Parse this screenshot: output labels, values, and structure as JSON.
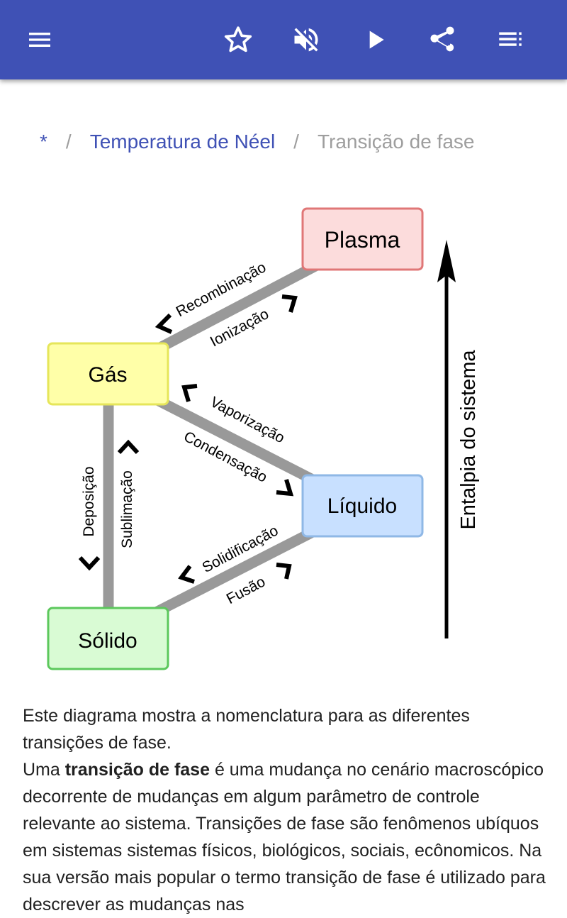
{
  "toolbar": {
    "icons": [
      "menu-icon",
      "star-icon",
      "volume-off-icon",
      "play-icon",
      "share-icon",
      "playlist-icon"
    ],
    "accent": "#3f51b5"
  },
  "breadcrumb": {
    "items": [
      "*",
      "Temperatura de Néel",
      "Transição de fase"
    ],
    "separator": "/"
  },
  "diagram": {
    "states": {
      "plasma": "Plasma",
      "gas": "Gás",
      "liquid": "Líquido",
      "solid": "Sólido"
    },
    "transitions": {
      "recombination": "Recombinação",
      "ionization": "Ionização",
      "vaporization": "Vaporização",
      "condensation": "Condensação",
      "deposition": "Deposição",
      "sublimation": "Sublimação",
      "solidification": "Solidificação",
      "fusion": "Fusão"
    },
    "axis_label": "Entalpia do sistema",
    "colors": {
      "plasma_fill": "#fcdcdc",
      "plasma_stroke": "#e07777",
      "gas_fill": "#ffffa8",
      "gas_stroke": "#e6e65a",
      "liquid_fill": "#c8e0ff",
      "liquid_stroke": "#8fb8e6",
      "solid_fill": "#d9fbd4",
      "solid_stroke": "#5cc85c",
      "connector": "#999999"
    }
  },
  "article": {
    "p1": "Este diagrama mostra a nomenclatura para as diferentes transições de fase.",
    "p2_prefix": "Uma ",
    "p2_bold": "transição de fase",
    "p2_rest": " é uma mudança no cenário macroscópico decorrente de mudanças em algum parâmetro de controle relevante ao sistema. Transições de fase são fenômenos ubíquos em sistemas sistemas físicos, biológicos, sociais, ecônomicos. Na sua versão mais popular o termo transição de fase é utilizado para descrever as mudanças nas"
  }
}
